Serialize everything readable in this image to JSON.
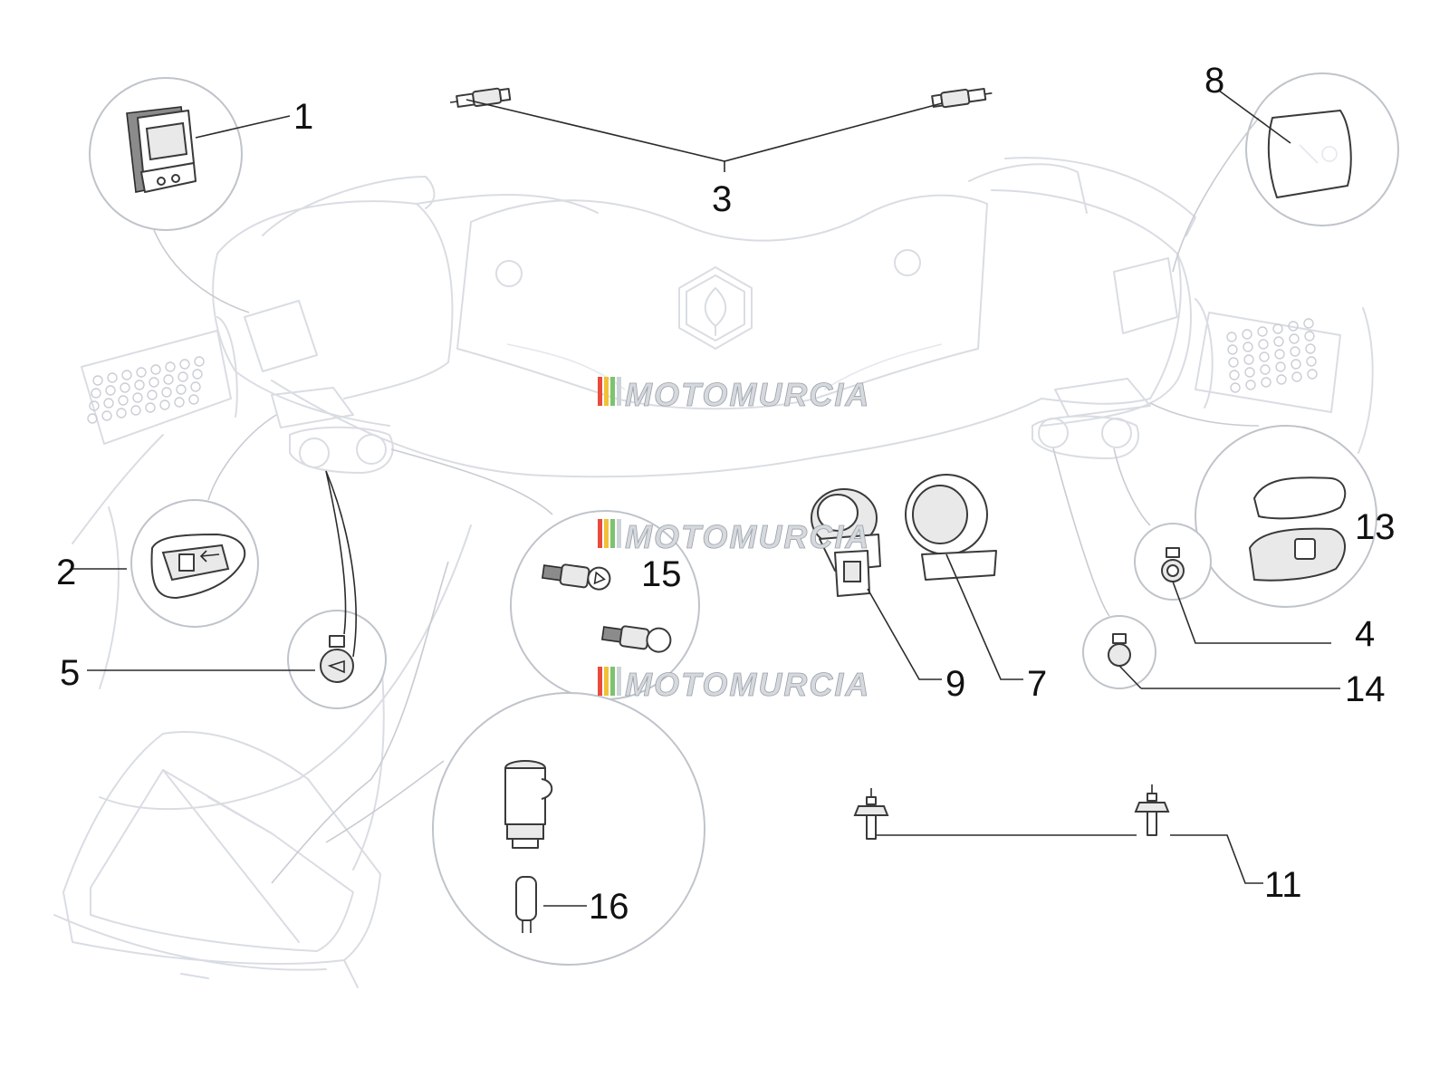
{
  "diagram": {
    "watermark": "MOTOMURCIA",
    "callouts": [
      {
        "id": "1",
        "label": "1"
      },
      {
        "id": "2",
        "label": "2"
      },
      {
        "id": "3",
        "label": "3"
      },
      {
        "id": "4",
        "label": "4"
      },
      {
        "id": "5",
        "label": "5"
      },
      {
        "id": "7",
        "label": "7"
      },
      {
        "id": "8",
        "label": "8"
      },
      {
        "id": "9",
        "label": "9"
      },
      {
        "id": "11",
        "label": "11"
      },
      {
        "id": "13",
        "label": "13"
      },
      {
        "id": "14",
        "label": "14"
      },
      {
        "id": "15",
        "label": "15"
      },
      {
        "id": "16",
        "label": "16"
      }
    ]
  },
  "colors": {
    "line": "#3a3a3a",
    "ghost": "#d9dde3",
    "watermark_stripes": [
      "#e94b3c",
      "#f2c037",
      "#7cc36e",
      "#cfd4da"
    ]
  }
}
